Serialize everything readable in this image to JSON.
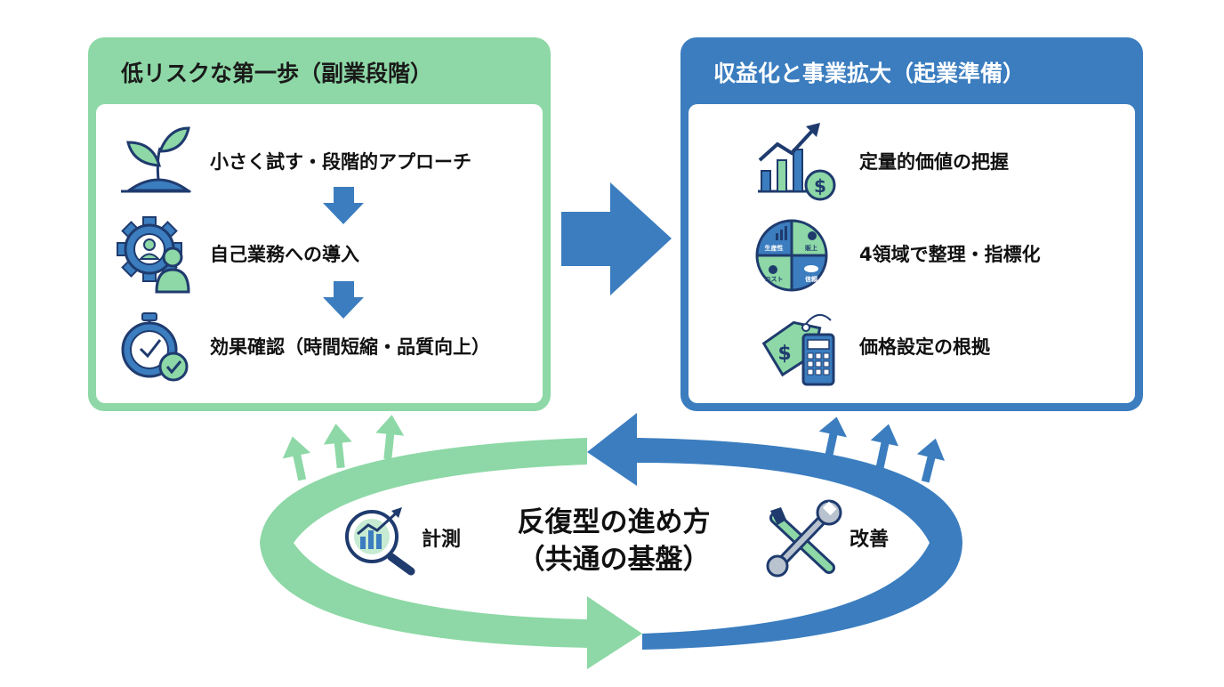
{
  "colors": {
    "green": "#8dd8a6",
    "green_dark": "#4a9e6e",
    "blue": "#3b7dbf",
    "blue_dark": "#1f3f73",
    "navy": "#1f3b6e"
  },
  "left_panel": {
    "title": "低リスクな第一歩（副業段階）",
    "items": [
      {
        "icon": "sprout-icon",
        "label": "小さく試す・段階的アプローチ"
      },
      {
        "icon": "gear-person-icon",
        "label": "自己業務への導入"
      },
      {
        "icon": "stopwatch-check-icon",
        "label": "効果確認（時間短縮・品質向上）"
      }
    ]
  },
  "right_panel": {
    "title": "収益化と事業拡大（起業準備）",
    "items": [
      {
        "icon": "growth-chart-dollar-icon",
        "label": "定量的価値の把握"
      },
      {
        "icon": "four-quadrant-icon",
        "label": "4領域で整理・指標化"
      },
      {
        "icon": "price-tag-calculator-icon",
        "label": "価格設定の根拠"
      }
    ],
    "quadrant_labels": [
      "生産性",
      "販上",
      "コスト",
      "信頼"
    ]
  },
  "cycle": {
    "title_line1": "反復型の進め方",
    "title_line2": "（共通の基盤）",
    "left_label": "計測",
    "left_icon": "magnifier-chart-icon",
    "right_label": "改善",
    "right_icon": "wrench-screwdriver-icon"
  }
}
